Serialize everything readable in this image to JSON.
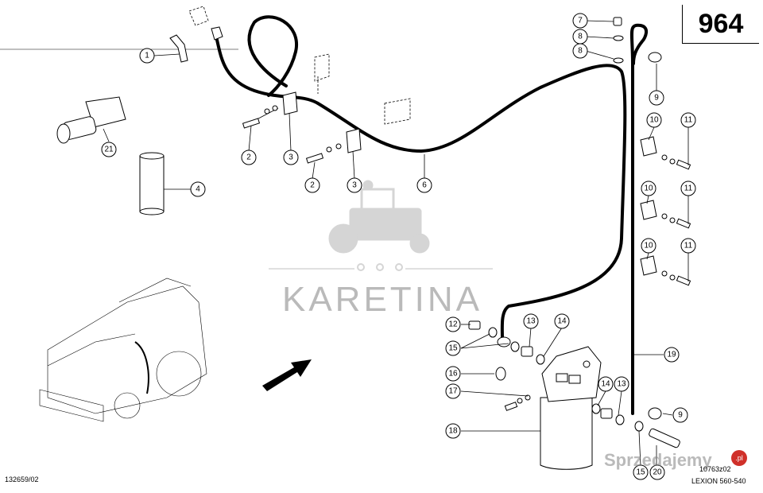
{
  "page_number": "964",
  "drawing_code": "132659/02",
  "illustration_code": "10763z02",
  "model_label": "LEXION 560-540",
  "watermark": {
    "text": "KARETINA",
    "badge_text": "Sprzedajemy",
    "badge_suffix": ".pl"
  },
  "callouts": [
    "1",
    "2",
    "2",
    "3",
    "3",
    "4",
    "6",
    "7",
    "8",
    "8",
    "9",
    "9",
    "10",
    "10",
    "10",
    "11",
    "11",
    "11",
    "12",
    "13",
    "13",
    "14",
    "14",
    "15",
    "15",
    "16",
    "17",
    "18",
    "19",
    "20",
    "21"
  ],
  "colors": {
    "line": "#000000",
    "background": "#ffffff",
    "watermark": "#8c8c8c",
    "badge": "#d0302a"
  }
}
